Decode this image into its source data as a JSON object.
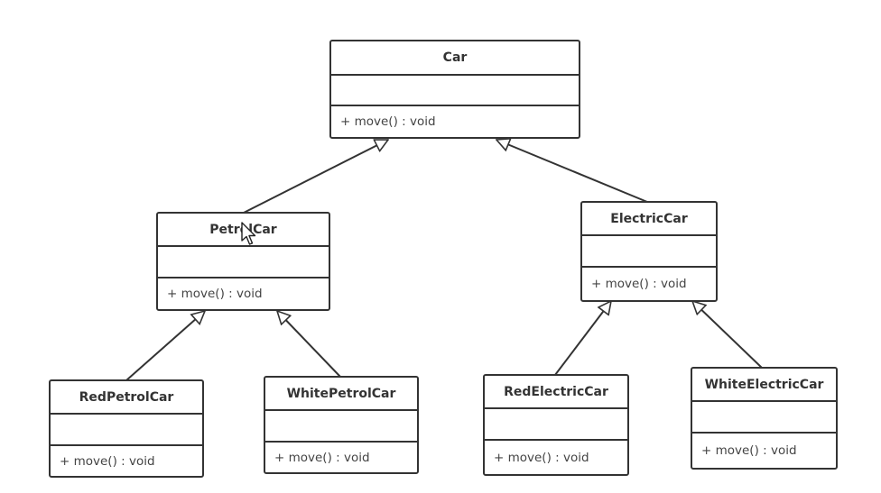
{
  "diagram": {
    "classes": {
      "car": {
        "name": "Car",
        "operation": "+ move() : void"
      },
      "petrol_car": {
        "name": "PetrolCar",
        "operation": "+ move() : void"
      },
      "electric_car": {
        "name": "ElectricCar",
        "operation": "+ move() : void"
      },
      "red_petrol": {
        "name": "RedPetrolCar",
        "operation": "+ move() : void"
      },
      "white_petrol": {
        "name": "WhitePetrolCar",
        "operation": "+ move() : void"
      },
      "red_electric": {
        "name": "RedElectricCar",
        "operation": "+ move() : void"
      },
      "white_electric": {
        "name": "WhiteElectricCar",
        "operation": "+ move() : void"
      }
    },
    "relations": [
      {
        "type": "generalization",
        "from": "PetrolCar",
        "to": "Car"
      },
      {
        "type": "generalization",
        "from": "ElectricCar",
        "to": "Car"
      },
      {
        "type": "generalization",
        "from": "RedPetrolCar",
        "to": "PetrolCar"
      },
      {
        "type": "generalization",
        "from": "WhitePetrolCar",
        "to": "PetrolCar"
      },
      {
        "type": "generalization",
        "from": "RedElectricCar",
        "to": "ElectricCar"
      },
      {
        "type": "generalization",
        "from": "WhiteElectricCar",
        "to": "ElectricCar"
      }
    ],
    "colors": {
      "stroke": "#333333",
      "text": "#333333",
      "background": "#ffffff"
    }
  }
}
